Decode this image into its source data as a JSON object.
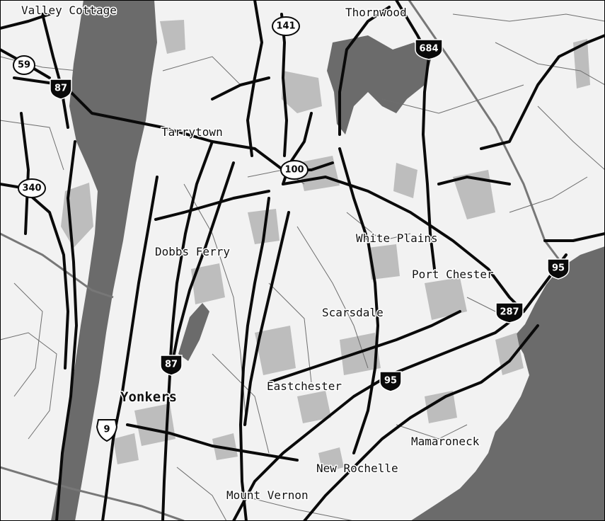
{
  "map": {
    "colors": {
      "land": "#f2f2f2",
      "water": "#6b6b6b",
      "park": "#bdbdbd",
      "road": "#0a0a0a",
      "minor_road": "#6e6e6e",
      "border": "#777777"
    },
    "places": [
      {
        "id": "valley-cottage",
        "name": "Valley Cottage",
        "major": false
      },
      {
        "id": "thornwood",
        "name": "Thornwood",
        "major": false
      },
      {
        "id": "tarrytown",
        "name": "Tarrytown",
        "major": false
      },
      {
        "id": "white-plains",
        "name": "White Plains",
        "major": false
      },
      {
        "id": "dobbs-ferry",
        "name": "Dobbs Ferry",
        "major": false
      },
      {
        "id": "port-chester",
        "name": "Port Chester",
        "major": false
      },
      {
        "id": "scarsdale",
        "name": "Scarsdale",
        "major": false
      },
      {
        "id": "eastchester",
        "name": "Eastchester",
        "major": false
      },
      {
        "id": "yonkers",
        "name": "Yonkers",
        "major": true
      },
      {
        "id": "mamaroneck",
        "name": "Mamaroneck",
        "major": false
      },
      {
        "id": "new-rochelle",
        "name": "New Rochelle",
        "major": false
      },
      {
        "id": "mount-vernon",
        "name": "Mount Vernon",
        "major": false
      }
    ],
    "shields": [
      {
        "id": "r141",
        "label": "141",
        "kind": "state"
      },
      {
        "id": "i684",
        "label": "684",
        "kind": "interstate"
      },
      {
        "id": "r59",
        "label": "59",
        "kind": "state"
      },
      {
        "id": "i87-north",
        "label": "87",
        "kind": "interstate"
      },
      {
        "id": "r100",
        "label": "100",
        "kind": "state"
      },
      {
        "id": "r340",
        "label": "340",
        "kind": "state"
      },
      {
        "id": "i95-north",
        "label": "95",
        "kind": "interstate"
      },
      {
        "id": "i287",
        "label": "287",
        "kind": "interstate"
      },
      {
        "id": "i87-south",
        "label": "87",
        "kind": "interstate"
      },
      {
        "id": "i95-south",
        "label": "95",
        "kind": "interstate"
      },
      {
        "id": "us9",
        "label": "9",
        "kind": "us"
      }
    ]
  }
}
